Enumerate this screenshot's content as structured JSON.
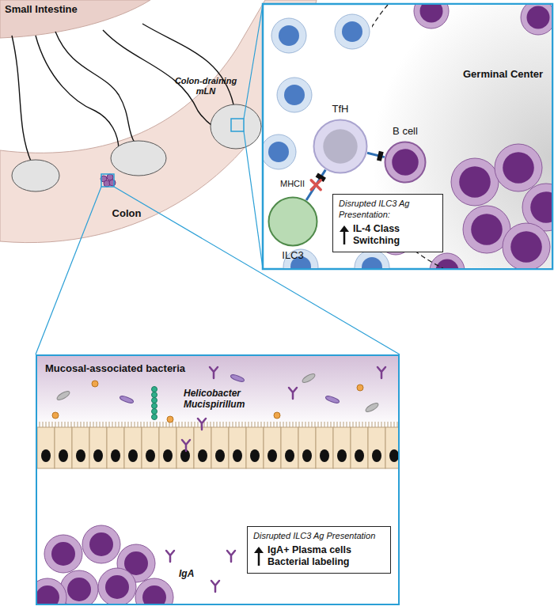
{
  "diagram": {
    "nodes": [
      {
        "text": [
          "TfH"
        ]
      },
      {
        "text": [
          "B cell"
        ]
      },
      {
        "text": [
          "ILC3"
        ]
      },
      {
        "text": [
          "Germinal Center"
        ]
      },
      {
        "text": [
          "Disrupted ILC3 Ag Presentation:",
          "IL-4 Class Switching"
        ]
      },
      {
        "text": [
          "Mucosal-associated bacteria"
        ]
      },
      {
        "text": [
          "Disrupted ILC3 Ag Presentation",
          "IgA+ Plasma cells Bacterial labeling"
        ],
        "in": 5
      }
    ],
    "edges": [
      {
        "from": 0,
        "to": 1,
        "arrow": "none"
      },
      {
        "from": 2,
        "to": 0,
        "label": "MHCII",
        "arrow": "none"
      }
    ],
    "labels": [
      "Small Intestine",
      "Colon-draining mLN",
      "Colon",
      "Helicobacter Mucispirillum",
      "IgA"
    ]
  }
}
